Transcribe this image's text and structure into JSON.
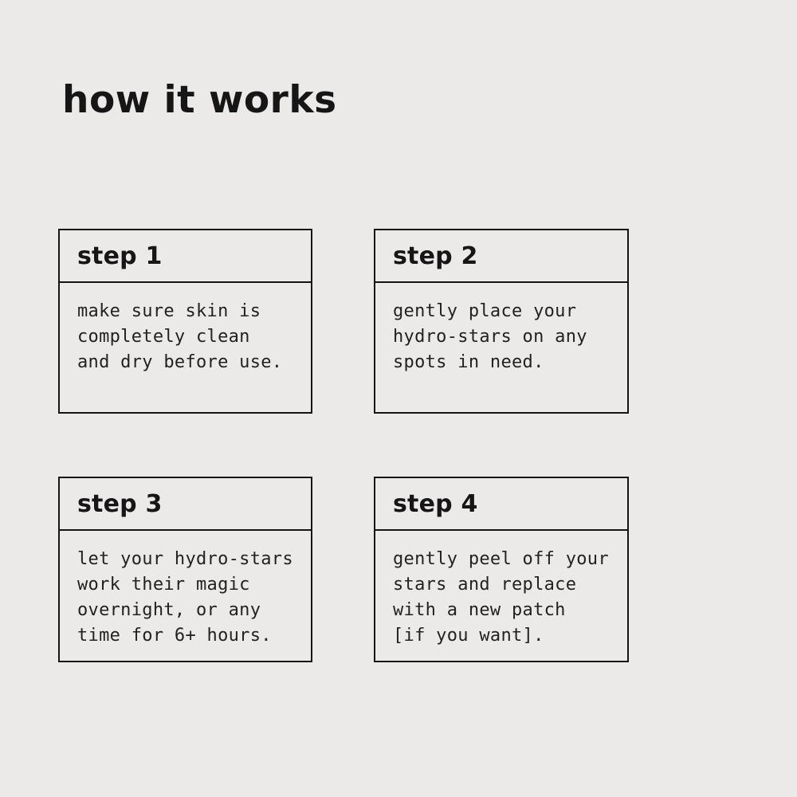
{
  "page": {
    "title": "how it works",
    "background_color": "#ece9e9",
    "border_color": "#141414",
    "text_color": "#222222"
  },
  "steps": [
    {
      "label": "step 1",
      "body": "make sure skin is\ncompletely clean\nand dry before use."
    },
    {
      "label": "step 2",
      "body": "gently place your\nhydro-stars on any\nspots in need."
    },
    {
      "label": "step 3",
      "body": "let your hydro-stars\nwork their magic\novernight, or any\ntime for 6+ hours."
    },
    {
      "label": "step 4",
      "body": "gently peel off your\nstars and replace\nwith a new patch\n[if you want]."
    }
  ]
}
